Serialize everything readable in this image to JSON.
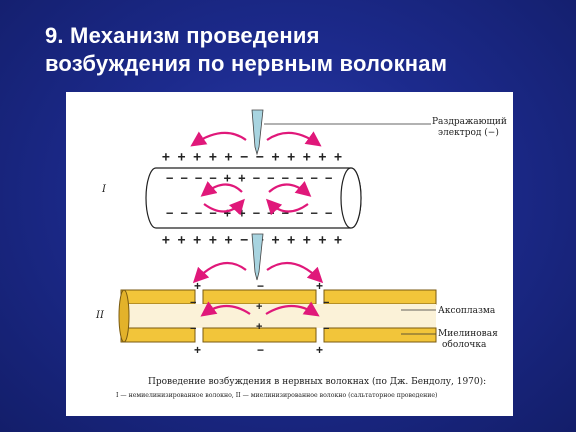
{
  "slide": {
    "title_line1": "9. Механизм проведения",
    "title_line2": "возбуждения по нервным волокнам"
  },
  "figure": {
    "electrode_label_line1": "Раздражающий",
    "electrode_label_line2": "электрод (−)",
    "roman_1": "I",
    "roman_2": "II",
    "axoplasm_label": "Аксоплазма",
    "myelin_label_line1": "Миелиновая",
    "myelin_label_line2": "оболочка",
    "caption_line1": "Проведение возбуждения в нервных волокнах (по Дж. Бендолу, 1970):",
    "caption_line2": "I — немиелинизированное волокно, II — миелинизированное волокно (сальтаторное проведение)"
  },
  "colors": {
    "background": "#1c2a8c",
    "title": "#ffffff",
    "arrow": "#e0187a",
    "myelin": "#f2c53a",
    "electrode": "#a8d4e0"
  }
}
